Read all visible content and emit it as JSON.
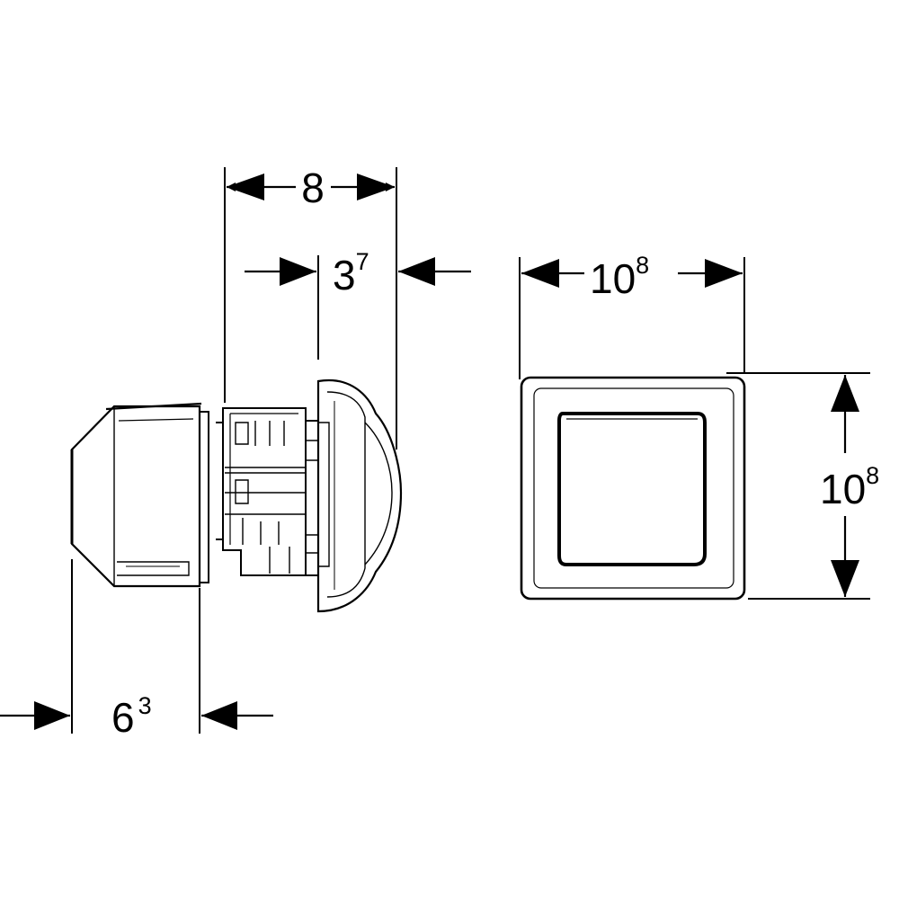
{
  "dimensions": {
    "depth_total": {
      "main": "8",
      "sup": ""
    },
    "depth_front": {
      "main": "3",
      "sup": "7"
    },
    "depth_back": {
      "main": "6",
      "sup": "3"
    },
    "plate_width": {
      "main": "10",
      "sup": "8"
    },
    "plate_height": {
      "main": "10",
      "sup": "8"
    }
  },
  "colors": {
    "line": "#000000",
    "background": "#ffffff"
  }
}
